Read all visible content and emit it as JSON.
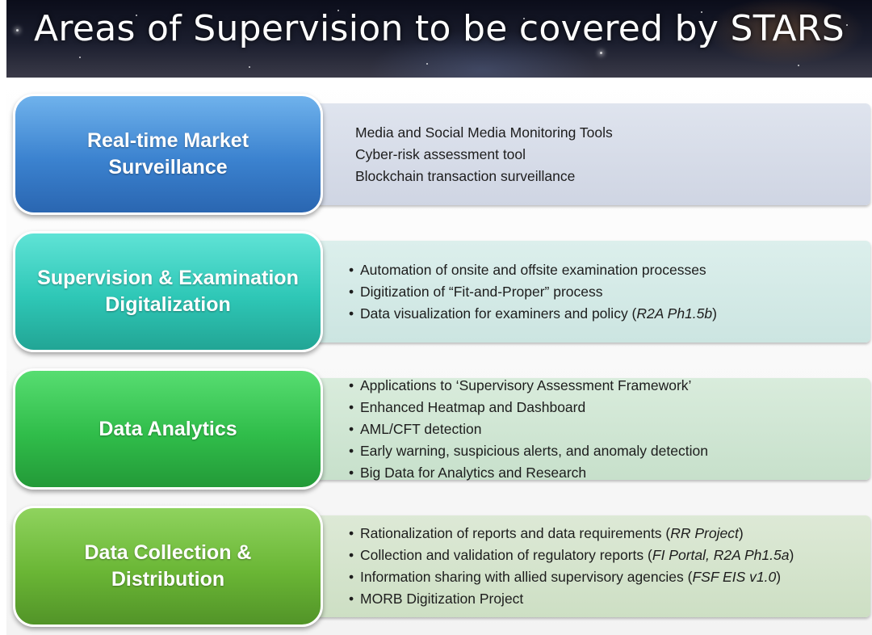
{
  "title": "Areas of Supervision to be covered by STARS",
  "colors": {
    "blue": "#3b82cf",
    "teal": "#2ec7b6",
    "green": "#30bd4a",
    "olive": "#6ab635"
  },
  "rows": [
    {
      "category": "Real-time Market\nSurveillance",
      "items": [
        "Media and Social Media Monitoring Tools",
        "Cyber-risk assessment tool",
        "Blockchain transaction surveillance"
      ]
    },
    {
      "category": "Supervision & Examination\nDigitalization",
      "items": [
        "Automation of onsite and offsite examination processes",
        "Digitization of “Fit-and-Proper” process",
        "Data visualization for examiners and policy ("
      ],
      "item3_ref": "R2A Ph1.5b",
      "item3_tail": ")"
    },
    {
      "category": "Data Analytics",
      "items": [
        "Applications to ‘Supervisory Assessment Framework’",
        "Enhanced Heatmap and Dashboard",
        "AML/CFT detection",
        "Early warning, suspicious alerts, and anomaly detection",
        "Big Data for Analytics and Research"
      ]
    },
    {
      "category": "Data Collection &\nDistribution",
      "items": [
        "Rationalization of reports and data requirements (",
        "Collection and validation of regulatory reports (",
        "Information sharing with allied supervisory agencies (",
        "MORB Digitization Project"
      ],
      "refs": [
        "RR Project",
        "FI Portal, R2A Ph1.5a",
        "FSF EIS v1.0"
      ],
      "tail": ")"
    }
  ],
  "bullet": "•"
}
